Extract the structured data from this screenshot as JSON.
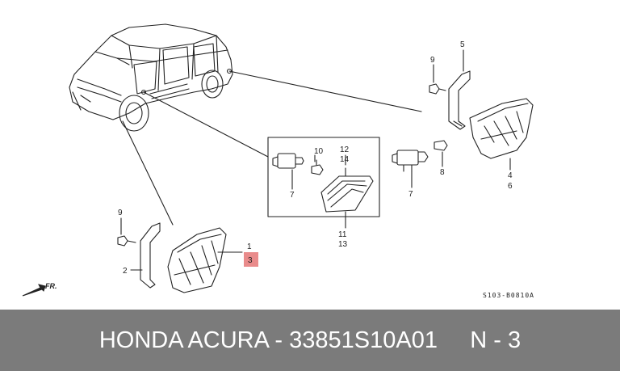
{
  "diagram": {
    "callouts": {
      "c9_top": "9",
      "c5": "5",
      "c10": "10",
      "c12": "12",
      "c14": "14",
      "c7_left": "7",
      "c7_right": "7",
      "c8": "8",
      "c4": "4",
      "c6": "6",
      "c11": "11",
      "c13": "13",
      "c9_bottom": "9",
      "c2": "2",
      "c1": "1",
      "c3": "3"
    },
    "direction_label": "FR.",
    "drawing_code": "S103-B0810A",
    "highlight_color": "#e98b8b"
  },
  "footer": {
    "part_text": "HONDA ACURA - 33851S10A01",
    "ref_text": "N - 3"
  }
}
